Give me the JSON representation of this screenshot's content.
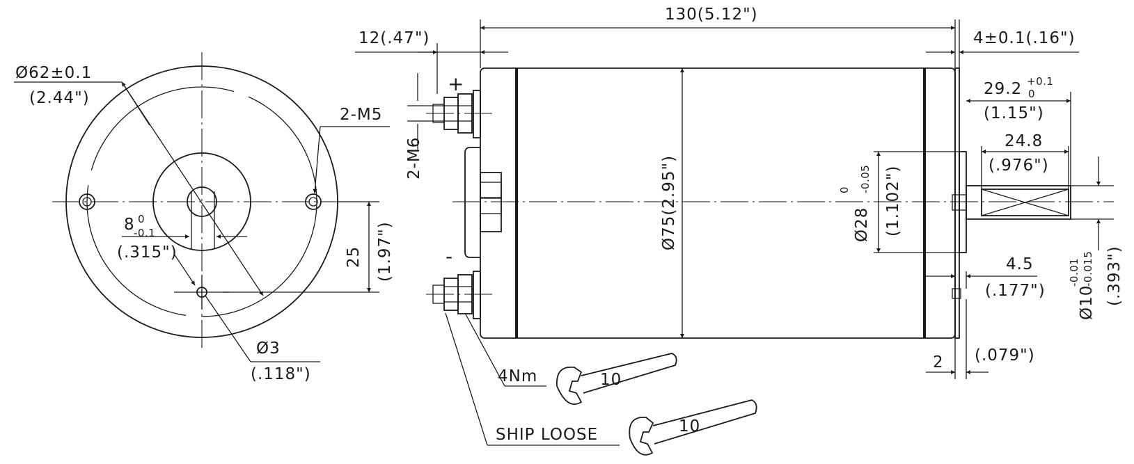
{
  "front_view": {
    "outer_diameter": "Ø62±0.1",
    "outer_diameter_in": "(2.44\")",
    "mount_holes": "2-M5",
    "key_width": "8",
    "key_tol_upper": "0",
    "key_tol_lower": "-0.1",
    "key_width_in": "(.315\")",
    "hole_offset": "25",
    "hole_offset_in": "(1.97\")",
    "pin_diameter": "Ø3",
    "pin_diameter_in": "(.118\")"
  },
  "side_view": {
    "overall_length": "130(5.12\")",
    "terminal_length": "12(.47\")",
    "flange_thickness": "4±0.1(.16\")",
    "shaft_length": "29.2",
    "shaft_length_tol_upper": "+0.1",
    "shaft_length_tol_lower": "0",
    "shaft_length_in": "(1.15\")",
    "key_length": "24.8",
    "key_length_in": "(.976\")",
    "terminal_thread": "2-M6",
    "body_diameter": "Ø75(2.95\")",
    "pilot_diameter": "Ø28",
    "pilot_tol_upper": "0",
    "pilot_tol_lower": "-0.05",
    "pilot_diameter_in": "(1.102\")",
    "shaft_diameter": "Ø10",
    "shaft_tol_upper": "-0.01",
    "shaft_tol_lower": "-0.015",
    "shaft_diameter_in": "(.393\")",
    "pin_offset": "4.5",
    "pin_offset_in": "(.177\")",
    "pilot_height": "2",
    "pilot_height_in": "(.079\")",
    "plus_sign": "+",
    "minus_sign": "-"
  },
  "notes": {
    "torque": "4Nm",
    "wrench_size_1": "10",
    "wrench_size_2": "10",
    "ship_loose": "SHIP LOOSE"
  }
}
